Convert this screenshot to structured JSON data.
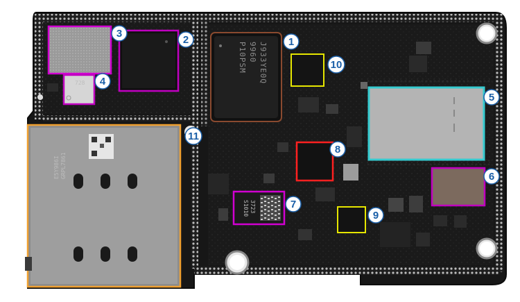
{
  "photo": {
    "subject": "",
    "markers": [
      {
        "number": "1",
        "color": "#8a4a2f"
      },
      {
        "number": "2",
        "color": "#c000c0"
      },
      {
        "number": "3",
        "color": "#d100d1"
      },
      {
        "number": "4",
        "color": "#c000c0"
      },
      {
        "number": "5",
        "color": "#35cbd0"
      },
      {
        "number": "6",
        "color": "#c000c0"
      },
      {
        "number": "7",
        "color": "#d100d1"
      },
      {
        "number": "8",
        "color": "#ff2020"
      },
      {
        "number": "9",
        "color": "#e6e600"
      },
      {
        "number": "10",
        "color": "#e6e600"
      },
      {
        "number": "11",
        "color": "#f0a030"
      }
    ],
    "chip_markings": {
      "soc_line1": "J933YE0Q",
      "soc_line2": "9960",
      "soc_line3": "P10PSM",
      "chip4": "728",
      "chip7_line1": "S1010",
      "chip7_line2": "3723",
      "sim_tray_line1": "E5Y986I",
      "sim_tray_line2": "GRPL7861"
    }
  }
}
